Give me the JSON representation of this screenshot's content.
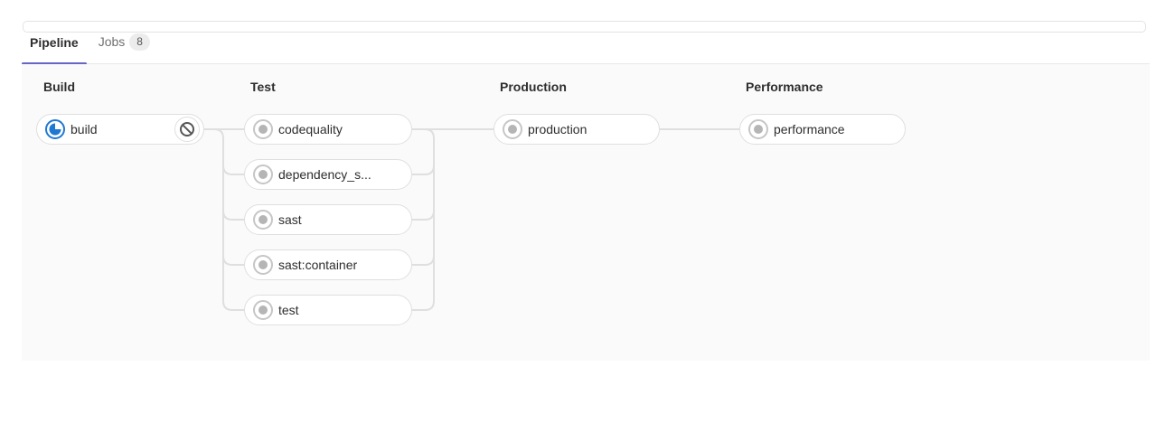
{
  "tabs": {
    "pipeline": {
      "label": "Pipeline"
    },
    "jobs": {
      "label": "Jobs",
      "badge": "8"
    }
  },
  "graph": {
    "stages": [
      {
        "title": "Build",
        "jobs": [
          {
            "name": "build",
            "status": "running",
            "status_icon": "running-status-icon",
            "action_icon": "cancel-icon"
          }
        ]
      },
      {
        "title": "Test",
        "jobs": [
          {
            "name": "codequality",
            "status": "created"
          },
          {
            "name": "dependency_s...",
            "status": "created"
          },
          {
            "name": "sast",
            "status": "created"
          },
          {
            "name": "sast:container",
            "status": "created"
          },
          {
            "name": "test",
            "status": "created"
          }
        ]
      },
      {
        "title": "Production",
        "jobs": [
          {
            "name": "production",
            "status": "created"
          }
        ]
      },
      {
        "title": "Performance",
        "jobs": [
          {
            "name": "performance",
            "status": "created"
          }
        ]
      }
    ]
  },
  "colors": {
    "accent_purple": "#6666c4",
    "running_blue": "#1f78d1",
    "created_gray": "#b5b5b5",
    "created_ring_gray": "#c6c6c6",
    "connector_gray": "#dfdfdf",
    "graph_background": "#fafafa",
    "cancel_glyph_gray": "#565656"
  }
}
